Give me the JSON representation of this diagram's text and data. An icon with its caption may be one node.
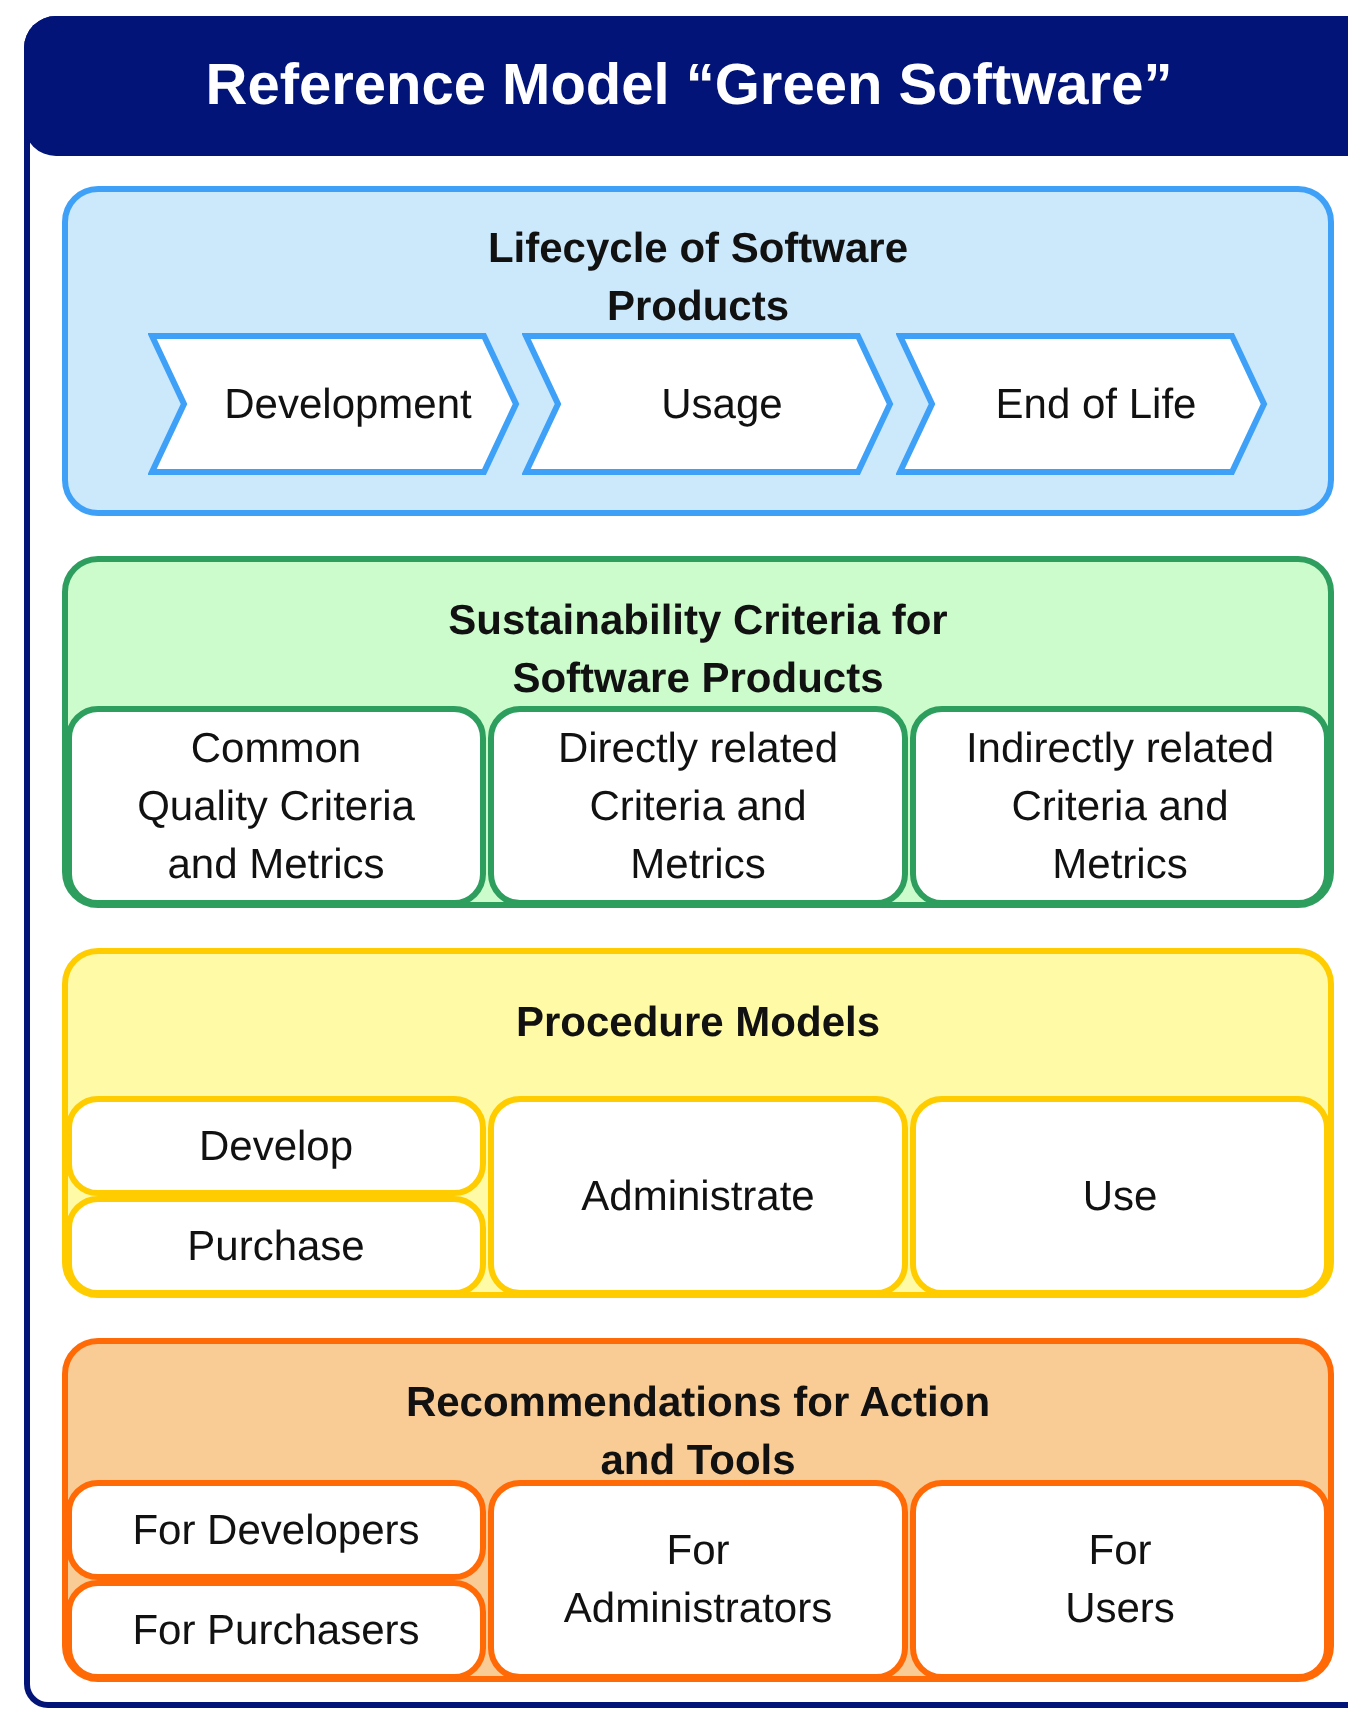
{
  "diagram": {
    "nodes": [
      {
        "text": [
          "Reference Model “Green Software”"
        ]
      },
      {
        "text": [
          "Lifecycle of Software Products"
        ],
        "in": 0
      },
      {
        "text": [
          "Development"
        ],
        "in": 1
      },
      {
        "text": [
          "Usage"
        ],
        "in": 1
      },
      {
        "text": [
          "End of Life"
        ],
        "in": 1
      },
      {
        "text": [
          "Sustainability Criteria for Software Products"
        ],
        "in": 0
      },
      {
        "text": [
          "Common Quality Criteria and Metrics"
        ],
        "in": 5
      },
      {
        "text": [
          "Directly related Criteria and Metrics"
        ],
        "in": 5
      },
      {
        "text": [
          "Indirectly related Criteria and Metrics"
        ],
        "in": 5
      },
      {
        "text": [
          "Procedure Models"
        ],
        "in": 0
      },
      {
        "text": [
          "Develop"
        ],
        "in": 9
      },
      {
        "text": [
          "Purchase"
        ],
        "in": 9
      },
      {
        "text": [
          "Administrate"
        ],
        "in": 9
      },
      {
        "text": [
          "Use"
        ],
        "in": 9
      },
      {
        "text": [
          "Recommendations for Action and Tools"
        ],
        "in": 0
      },
      {
        "text": [
          "For Developers"
        ],
        "in": 14
      },
      {
        "text": [
          "For Purchasers"
        ],
        "in": 14
      },
      {
        "text": [
          "For Administrators"
        ],
        "in": 14
      },
      {
        "text": [
          "For Users"
        ],
        "in": 14
      }
    ]
  }
}
